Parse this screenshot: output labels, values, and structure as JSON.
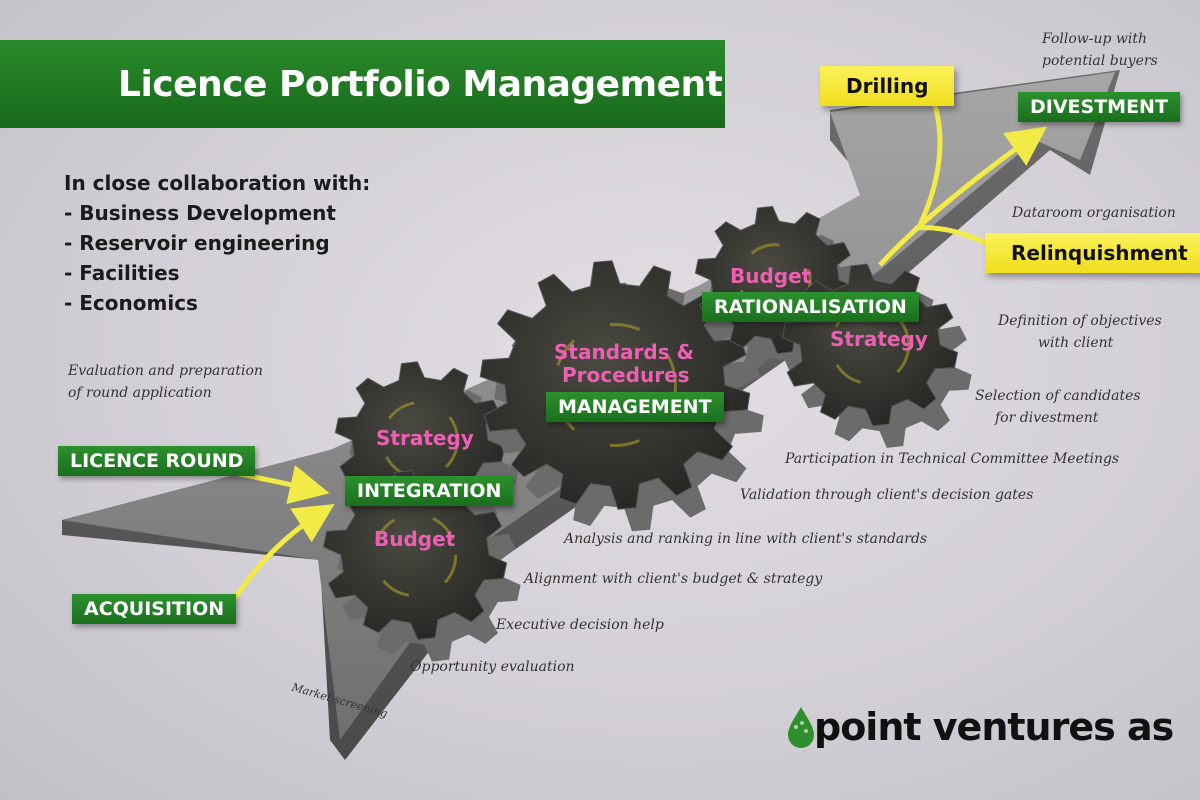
{
  "title": "Licence Portfolio Management",
  "collaboration": {
    "heading": "In close collaboration with:",
    "items": [
      "- Business Development",
      "- Reservoir engineering",
      "- Facilities",
      "- Economics"
    ]
  },
  "inputs": {
    "licence_round": "LICENCE ROUND",
    "acquisition": "ACQUISITION"
  },
  "gears": {
    "integration": {
      "label": "INTEGRATION",
      "top": "Strategy",
      "bottom": "Budget"
    },
    "management": {
      "label": "MANAGEMENT",
      "line1": "Standards &",
      "line2": "Procedures"
    },
    "rationalisation": {
      "label": "RATIONALISATION",
      "top": "Budget",
      "bottom": "Strategy"
    }
  },
  "outputs": {
    "drilling": "Drilling",
    "relinquishment": "Relinquishment",
    "divestment": "DIVESTMENT"
  },
  "notes": {
    "evaluation": [
      "Evaluation and preparation",
      "of round application"
    ],
    "market_screening": "Market screening",
    "opportunity_evaluation": "Opportunity evaluation",
    "executive_decision": "Executive decision help",
    "alignment": "Alignment with client's budget & strategy",
    "analysis": "Analysis and ranking in line with client's standards",
    "validation": "Validation through client's decision gates",
    "participation": "Participation in Technical Committee Meetings",
    "selection": [
      "Selection of candidates",
      "for divestment"
    ],
    "definition": [
      "Definition of objectives",
      "with client"
    ],
    "dataroom": "Dataroom organisation",
    "follow_up": [
      "Follow-up with",
      "potential buyers"
    ]
  },
  "logo": {
    "text": "point ventures as"
  },
  "colors": {
    "green": "#1e7a22",
    "yellow": "#f5e52e",
    "pink": "#ee5fb4",
    "gear": "#3a3a3a",
    "arrow": "#8e8e8e"
  }
}
